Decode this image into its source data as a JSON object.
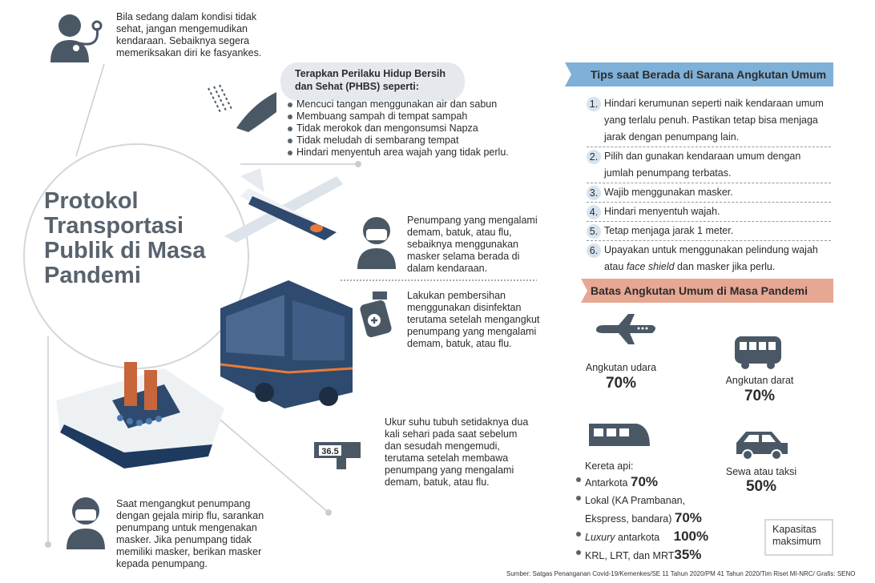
{
  "title": "Protokol Transportasi Publik di Masa Pandemi",
  "sick_driver_note": "Bila sedang dalam kondisi tidak sehat, jangan mengemudikan kendaraan. Sebaiknya segera memeriksakan diri ke fasyankes.",
  "phbs": {
    "heading": "Terapkan Perilaku Hidup Bersih dan Sehat (PHBS) seperti:",
    "items": [
      "Mencuci tangan menggunakan air dan sabun",
      "Membuang sampah di tempat sampah",
      "Tidak merokok dan mengonsumsi Napza",
      "Tidak meludah di sembarang tempat",
      "Hindari menyentuh area wajah yang tidak perlu."
    ]
  },
  "mask_note": "Penumpang yang mengalami demam, batuk, atau flu, sebaiknya menggunakan masker selama berada di dalam kendaraan.",
  "disinfect_note": "Lakukan pembersihan menggunakan disinfektan terutama setelah mengangkut penumpang yang mengalami demam, batuk, atau flu.",
  "thermo_reading": "36.5",
  "temp_note": "Ukur suhu tubuh setidaknya dua kali sehari pada saat sebelum dan sesudah mengemudi, terutama setelah membawa penumpang yang mengalami demam, batuk, atau flu.",
  "passenger_note": "Saat mengangkut penumpang dengan gejala mirip flu, sarankan penumpang untuk mengenakan masker. Jika penumpang tidak memiliki masker, berikan masker kepada penumpang.",
  "tips": {
    "heading": "Tips saat Berada di Sarana Angkutan Umum",
    "items": [
      {
        "n": "1.",
        "text": "Hindari kerumunan seperti naik kendaraan umum yang terlalu penuh. Pastikan tetap bisa menjaga jarak dengan penumpang lain."
      },
      {
        "n": "2.",
        "text": "Pilih dan gunakan kendaraan umum dengan jumlah penumpang terbatas."
      },
      {
        "n": "3.",
        "text": "Wajib menggunakan masker."
      },
      {
        "n": "4.",
        "text": "Hindari menyentuh wajah."
      },
      {
        "n": "5.",
        "text": "Tetap menjaga jarak 1 meter."
      },
      {
        "n": "6.",
        "text_a": "Upayakan untuk menggunakan pelindung wajah atau ",
        "text_em": "face shield",
        "text_b": " dan masker jika perlu."
      }
    ]
  },
  "limits": {
    "heading": "Batas Angkutan Umum di Masa Pandemi",
    "air": {
      "label": "Angkutan udara",
      "value": "70%"
    },
    "land": {
      "label": "Angkutan darat",
      "value": "70%"
    },
    "taxi": {
      "label": "Sewa atau taksi",
      "value": "50%"
    },
    "train": {
      "label": "Kereta api:",
      "items": [
        {
          "label": "Antarkota ",
          "value": "70%"
        },
        {
          "label": "Lokal (KA Prambanan, Ekspress, bandara) ",
          "value": "70%"
        },
        {
          "label_em": "Luxury",
          "label": " antarkota",
          "value": "100%"
        },
        {
          "label": "KRL, LRT, dan MRT",
          "value": "35%"
        }
      ]
    },
    "legend": "Kapasitas maksimum"
  },
  "source": "Sumber: Satgas Penanganan Covid-19/Kemenkes/SE 11 Tahun 2020/PM 41 Tahun 2020/Tim Riset MI-NRC/ Grafis: SENO",
  "colors": {
    "slate": "#4a5866",
    "tab_blue": "#7fb0d8",
    "tab_salmon": "#e6a793",
    "title": "#59636d"
  }
}
